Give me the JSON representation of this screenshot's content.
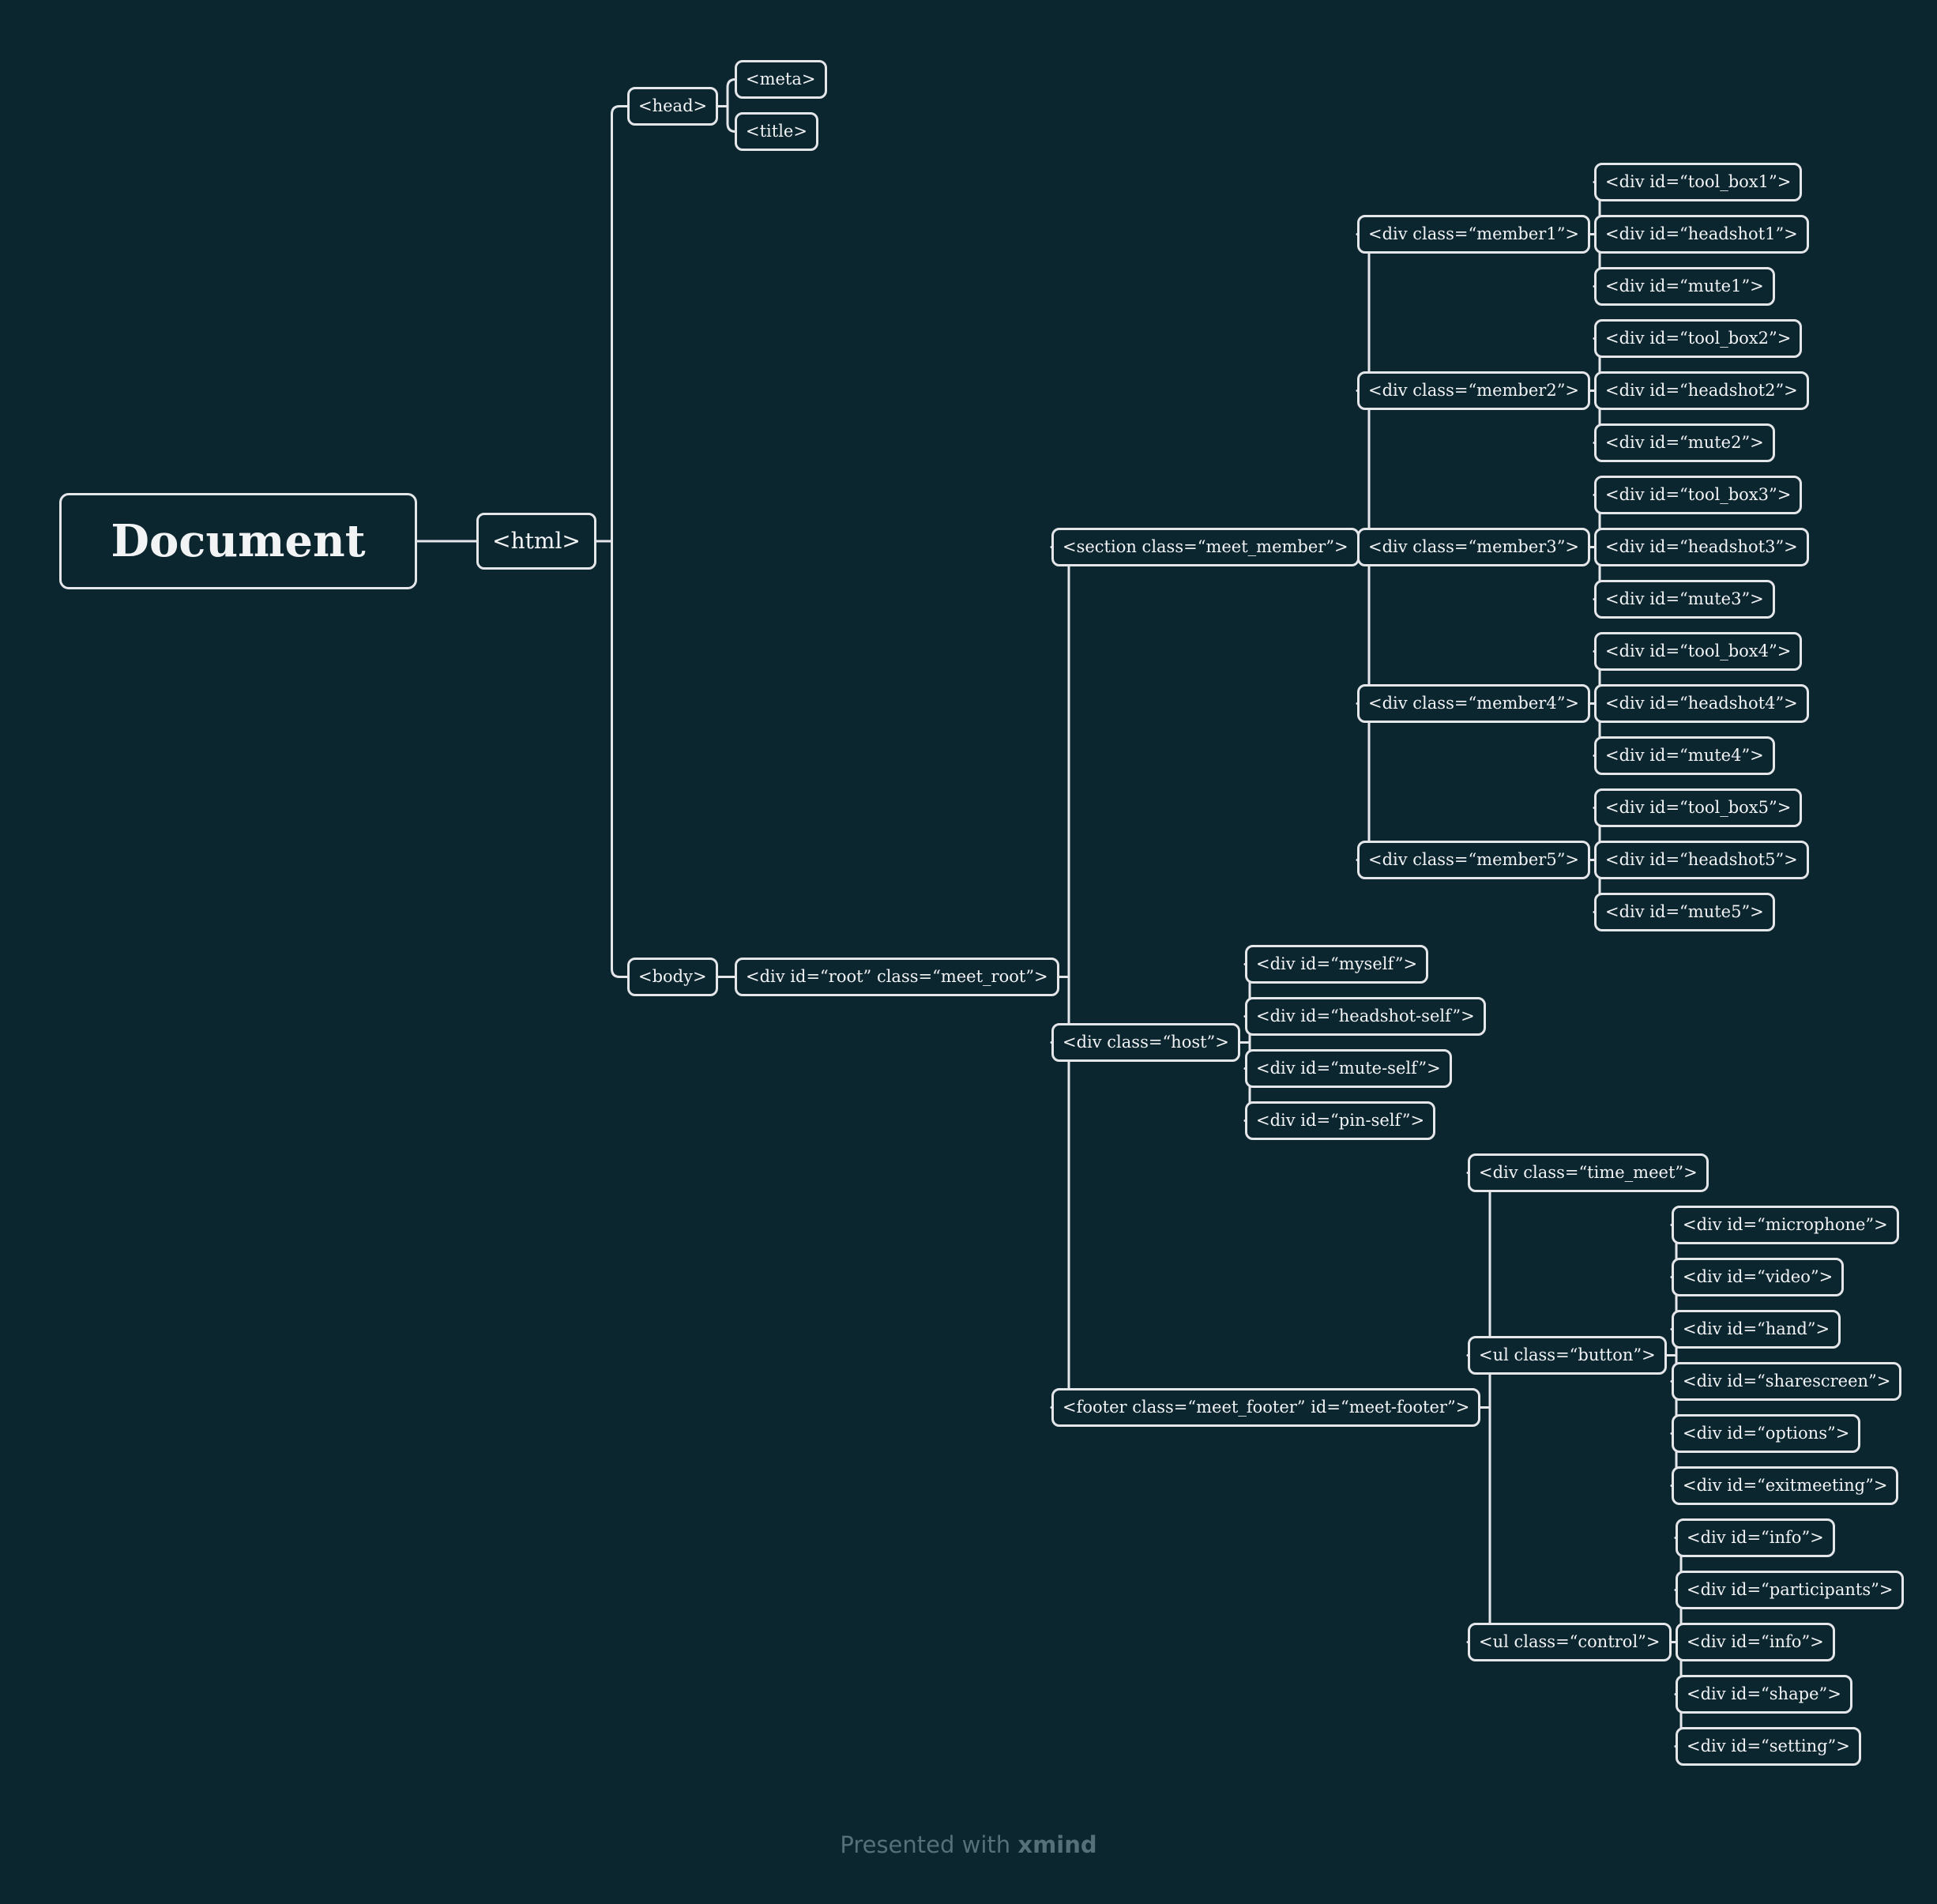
{
  "diagram": {
    "root": "Document",
    "html": "<html>",
    "head": "<head>",
    "meta": "<meta>",
    "title": "<title>",
    "body": "<body>",
    "root_div": "<div id=“root” class=“meet_root”>",
    "section": "<section class=“meet_member”>",
    "members": [
      {
        "label": "<div class=“member1”>",
        "children": [
          "<div id=“tool_box1”>",
          "<div id=“headshot1”>",
          "<div id=“mute1”>"
        ]
      },
      {
        "label": "<div class=“member2”>",
        "children": [
          "<div id=“tool_box2”>",
          "<div id=“headshot2”>",
          "<div id=“mute2”>"
        ]
      },
      {
        "label": "<div class=“member3”>",
        "children": [
          "<div id=“tool_box3”>",
          "<div id=“headshot3”>",
          "<div id=“mute3”>"
        ]
      },
      {
        "label": "<div class=“member4”>",
        "children": [
          "<div id=“tool_box4”>",
          "<div id=“headshot4”>",
          "<div id=“mute4”>"
        ]
      },
      {
        "label": "<div class=“member5”>",
        "children": [
          "<div id=“tool_box5”>",
          "<div id=“headshot5”>",
          "<div id=“mute5”>"
        ]
      }
    ],
    "host": {
      "label": "<div class=“host”>",
      "children": [
        "<div id=“myself”>",
        "<div id=“headshot-self”>",
        "<div id=“mute-self”>",
        "<div id=“pin-self”>"
      ]
    },
    "footer": {
      "label": "<footer class=“meet_footer” id=“meet-footer”>",
      "time_meet": "<div class=“time_meet”>",
      "button": {
        "label": "<ul class=“button”>",
        "children": [
          "<div id=“microphone”>",
          "<div id=“video”>",
          "<div id=“hand”>",
          "<div id=“sharescreen”>",
          "<div id=“options”>",
          "<div id=“exitmeeting”>"
        ]
      },
      "control": {
        "label": "<ul class=“control”>",
        "children": [
          "<div id=“info”>",
          "<div id=“participants”>",
          "<div id=“info”>",
          "<div id=“shape”>",
          "<div id=“setting”>"
        ]
      }
    }
  },
  "watermark": {
    "prefix": "Presented with ",
    "brand": "xmind"
  },
  "colors": {
    "background": "#0c2630",
    "line": "#e4e6ea",
    "text": "#f2f3f5"
  }
}
